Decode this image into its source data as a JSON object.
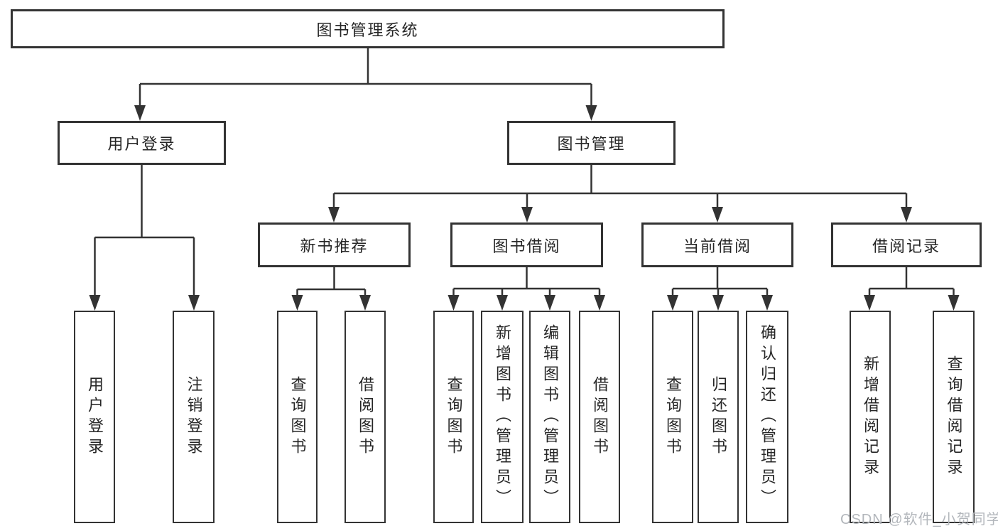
{
  "tree": {
    "label": "图书管理系统",
    "children": [
      {
        "label": "用户登录",
        "children": [
          {
            "label": "用户登录"
          },
          {
            "label": "注销登录"
          }
        ]
      },
      {
        "label": "图书管理",
        "children": [
          {
            "label": "新书推荐",
            "children": [
              {
                "label": "查询图书"
              },
              {
                "label": "借阅图书"
              }
            ]
          },
          {
            "label": "图书借阅",
            "children": [
              {
                "label": "查询图书"
              },
              {
                "label": "新增图书（管理员）"
              },
              {
                "label": "编辑图书（管理员）"
              },
              {
                "label": "借阅图书"
              }
            ]
          },
          {
            "label": "当前借阅",
            "children": [
              {
                "label": "查询图书"
              },
              {
                "label": "归还图书"
              },
              {
                "label": "确认归还（管理员）"
              }
            ]
          },
          {
            "label": "借阅记录",
            "children": [
              {
                "label": "新增借阅记录"
              },
              {
                "label": "查询借阅记录"
              }
            ]
          }
        ]
      }
    ]
  },
  "watermark": "CSDN @软件_小贺同学",
  "colors": {
    "line": "#333333",
    "text": "#262626",
    "watermark": "#b3b7bc",
    "background": "#ffffff"
  }
}
